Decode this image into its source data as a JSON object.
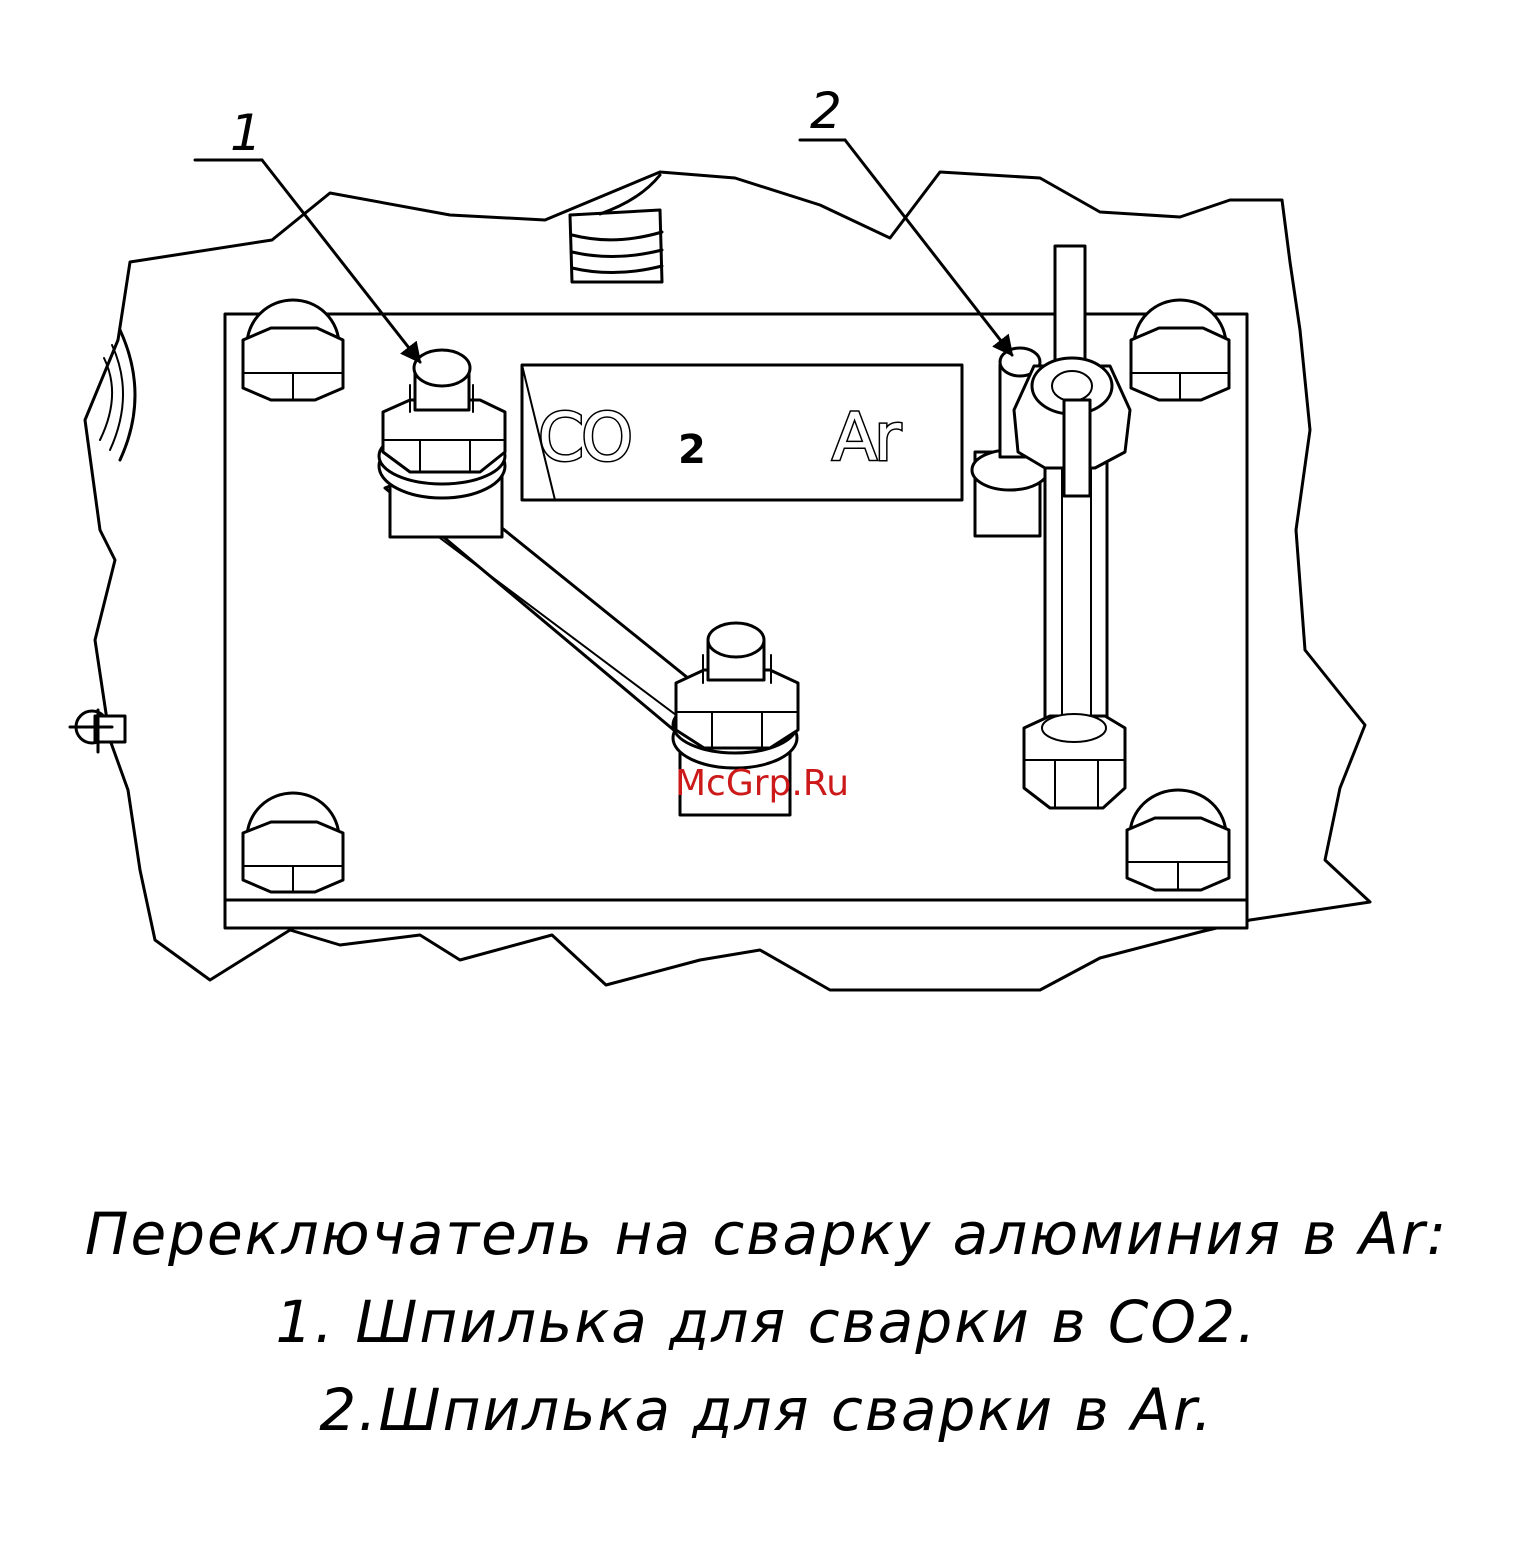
{
  "callouts": [
    {
      "number": "1"
    },
    {
      "number": "2"
    }
  ],
  "plate": {
    "left_text": "CO",
    "left_sub": "2",
    "right_text": "Ar"
  },
  "watermark": "McGrp.Ru",
  "caption": {
    "lines": [
      "Переключатель на сварку алюминия в Ar:",
      "1. Шпилька для сварки в CO2.",
      "2.Шпилька для сварки в Ar."
    ]
  }
}
